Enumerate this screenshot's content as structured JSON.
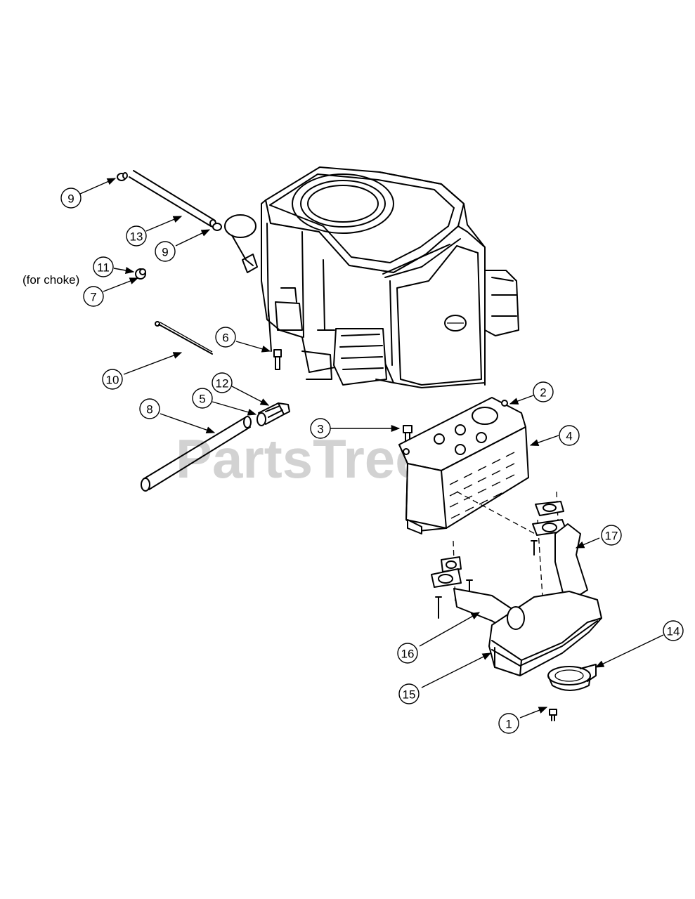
{
  "watermark": {
    "text": "PartsTree",
    "tm": "TM"
  },
  "note": "(for choke)",
  "callouts": [
    {
      "id": "c9a",
      "label": "9"
    },
    {
      "id": "c13",
      "label": "13"
    },
    {
      "id": "c9b",
      "label": "9"
    },
    {
      "id": "c11",
      "label": "11"
    },
    {
      "id": "c7",
      "label": "7"
    },
    {
      "id": "c6",
      "label": "6"
    },
    {
      "id": "c10",
      "label": "10"
    },
    {
      "id": "c12",
      "label": "12"
    },
    {
      "id": "c5",
      "label": "5"
    },
    {
      "id": "c8",
      "label": "8"
    },
    {
      "id": "c2",
      "label": "2"
    },
    {
      "id": "c3",
      "label": "3"
    },
    {
      "id": "c4",
      "label": "4"
    },
    {
      "id": "c17",
      "label": "17"
    },
    {
      "id": "c14",
      "label": "14"
    },
    {
      "id": "c16",
      "label": "16"
    },
    {
      "id": "c15",
      "label": "15"
    },
    {
      "id": "c1",
      "label": "1"
    }
  ]
}
